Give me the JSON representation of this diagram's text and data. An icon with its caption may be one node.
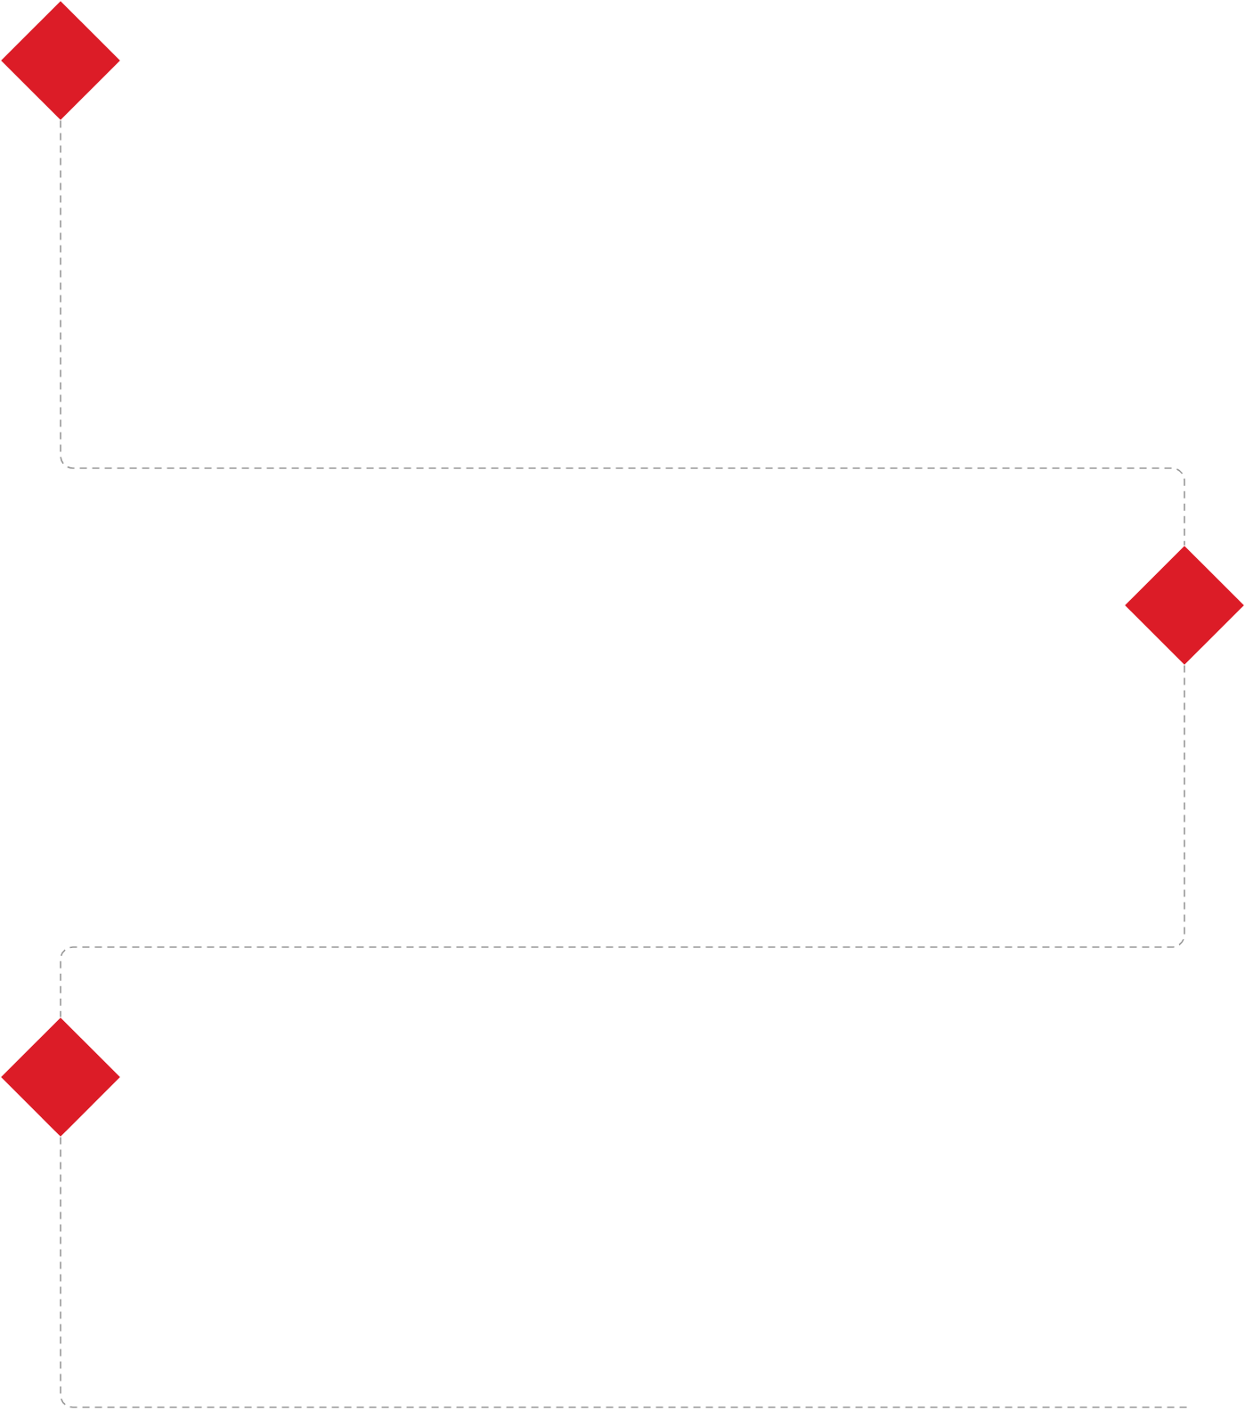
{
  "diagram": {
    "nodes": [
      {
        "text": [],
        "shape": "diamond"
      },
      {
        "text": [],
        "shape": "diamond"
      },
      {
        "text": [],
        "shape": "diamond"
      }
    ],
    "edges": [
      {
        "from": 0,
        "to": 1,
        "arrow": "none",
        "style": "dashed"
      },
      {
        "from": 1,
        "to": 2,
        "arrow": "none",
        "style": "dashed"
      },
      {
        "from": 2,
        "to": null,
        "arrow": "none",
        "style": "dashed"
      }
    ]
  }
}
